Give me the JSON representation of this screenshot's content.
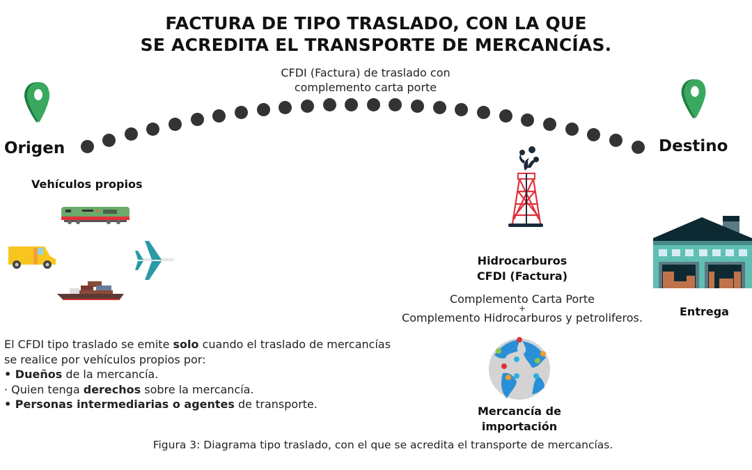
{
  "title": {
    "line1": "FACTURA DE TIPO TRASLADO, CON LA QUE",
    "line2": "SE ACREDITA EL TRANSPORTE DE MERCANCÍAS."
  },
  "route_label": {
    "line1": "CFDI (Factura) de traslado con",
    "line2": "complemento carta porte"
  },
  "origin": {
    "label": "Origen",
    "icon": "map-pin-icon",
    "color": "#3aa85f"
  },
  "destination": {
    "label": "Destino",
    "icon": "map-pin-icon",
    "color": "#3aa85f"
  },
  "vehicles": {
    "label": "Vehículos propios",
    "icons": [
      "train-icon",
      "van-icon",
      "airplane-icon",
      "ship-icon"
    ]
  },
  "hydrocarbons": {
    "line1": "Hidrocarburos",
    "line2": "CFDI (Factura)",
    "icon": "oil-derrick-icon"
  },
  "complements": {
    "line1": "Complemento Carta Porte",
    "plus": "+",
    "line2": "Complemento Hidrocarburos y petroliferos."
  },
  "delivery": {
    "label": "Entrega",
    "icon": "warehouse-icon"
  },
  "import": {
    "line1": "Mercancía de",
    "line2": "importación",
    "icon": "globe-icon"
  },
  "explanation": {
    "intro_a": "El CFDI tipo traslado se emite ",
    "intro_bold": "solo",
    "intro_b": " cuando el traslado de mercancías",
    "intro_c": " se realice por vehículos propios por:",
    "bullets": [
      {
        "marker": "• ",
        "bold": "Dueños",
        "rest": " de la mercancía."
      },
      {
        "marker": "· Quien tenga ",
        "bold": "derechos",
        "rest": " sobre la mercancía."
      },
      {
        "marker": "• ",
        "bold": "Personas intermediarias o agentes",
        "rest": " de transporte."
      }
    ]
  },
  "caption": "Figura 3: Diagrama tipo traslado, con el que se acredita el transporte de mercancías.",
  "colors": {
    "dots": "#333333",
    "pin": "#3aa85f",
    "derrick": "#e0313b",
    "warehouse": "#5fbfb3",
    "roof": "#0d2a33"
  }
}
